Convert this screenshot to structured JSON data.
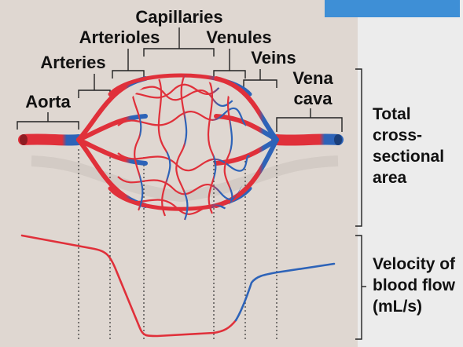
{
  "labels": {
    "capillaries": "Capillaries",
    "arterioles": "Arterioles",
    "venules": "Venules",
    "arteries": "Arteries",
    "veins": "Veins",
    "aorta": "Aorta",
    "vena_cava_line1": "Vena",
    "vena_cava_line2": "cava"
  },
  "right_panel": {
    "area_lines": [
      "Total",
      "cross-",
      "sectional",
      "area"
    ],
    "velocity_lines": [
      "Velocity of",
      "blood flow",
      "(mL/s)"
    ]
  },
  "colors": {
    "artery_red": "#e0303a",
    "vein_blue": "#2d63b8",
    "paper": "#dfd7d1",
    "right_panel_bg": "#ececec",
    "top_bar": "#3e8fd6"
  }
}
